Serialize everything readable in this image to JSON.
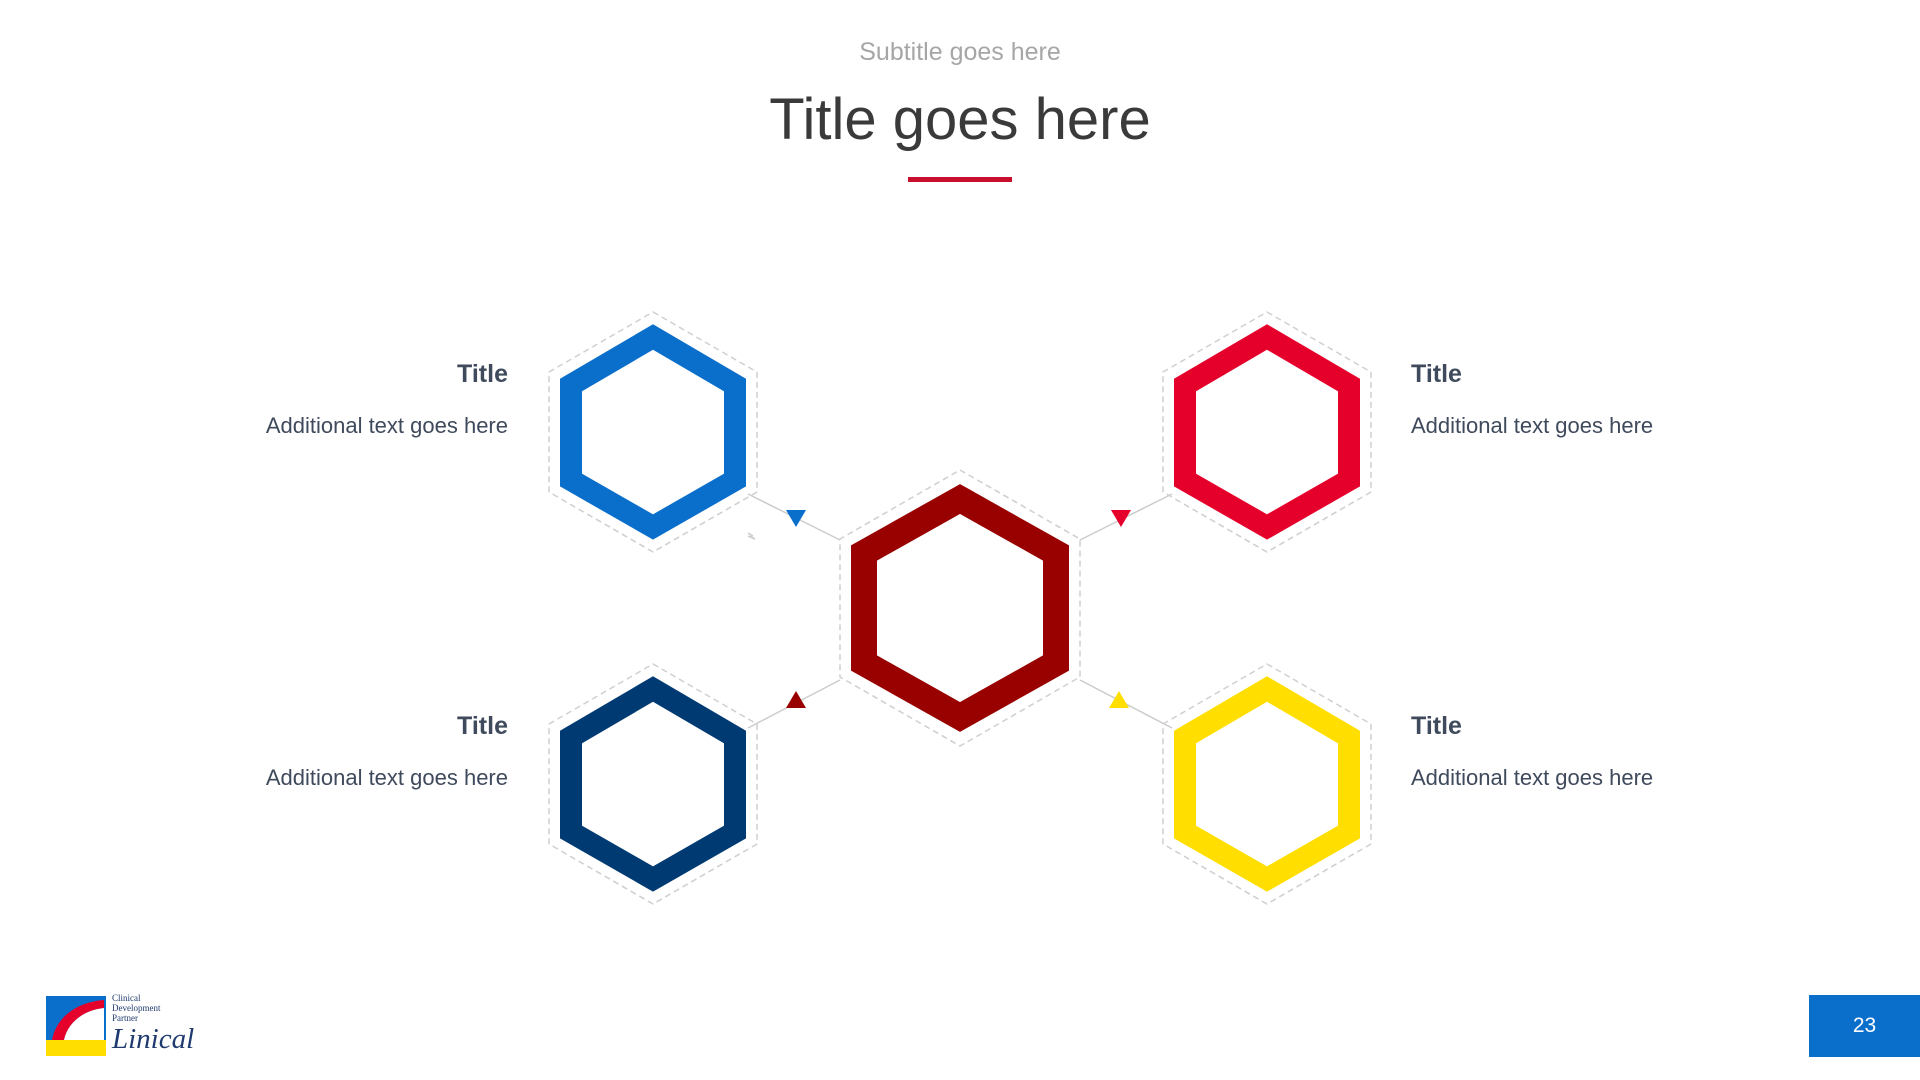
{
  "header": {
    "subtitle": "Subtitle goes here",
    "title": "Title goes here",
    "underline_color": "#c8102e"
  },
  "diagram": {
    "center": {
      "color": "#990000"
    },
    "nodes": [
      {
        "id": "top-left",
        "color": "#0a6ecb",
        "arrow_color": "#0a6ecb",
        "title": "Title",
        "text": "Additional text goes here"
      },
      {
        "id": "top-right",
        "color": "#e4002b",
        "arrow_color": "#e4002b",
        "title": "Title",
        "text": "Additional text goes here"
      },
      {
        "id": "bottom-left",
        "color": "#003a73",
        "arrow_color": "#990000",
        "title": "Title",
        "text": "Additional text goes here"
      },
      {
        "id": "bottom-right",
        "color": "#ffde00",
        "arrow_color": "#ffde00",
        "title": "Title",
        "text": "Additional text goes here"
      }
    ]
  },
  "footer": {
    "logo_lines": [
      "Clinical",
      "Development",
      "Partner"
    ],
    "logo_brand": "Linical",
    "page_number": "23",
    "page_badge_color": "#0a6ecb"
  }
}
